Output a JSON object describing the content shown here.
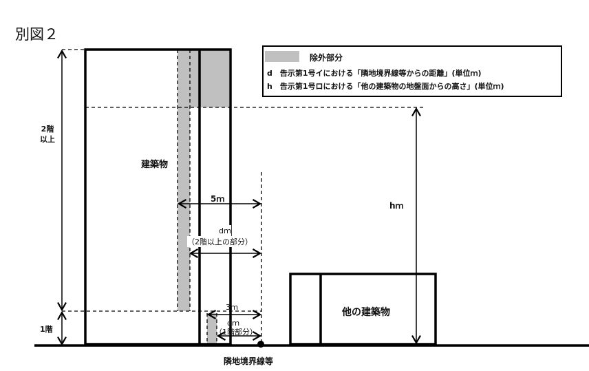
{
  "title": "別図２",
  "legend": {
    "excluded": "除外部分",
    "d_line": "d　告示第1号イにおける「隣地境界線等からの距離」(単位ｍ)",
    "h_line": "h　告示第1号ロにおける「他の建築物の地盤面からの高さ」(単位ｍ)"
  },
  "labels": {
    "upper_floors": "2階\n以上",
    "first_floor": "1階",
    "building": "建築物",
    "five_m": "5ｍ",
    "d_upper": "dｍ",
    "d_upper_note": "（2階以上の部分）",
    "three_m": "3ｍ",
    "d_first": "dｍ",
    "d_first_note": "（1階部分）",
    "h": "hｍ",
    "other_building": "他の建築物",
    "boundary": "隣地境界線等"
  },
  "colors": {
    "excluded": "#c0c0c0"
  }
}
